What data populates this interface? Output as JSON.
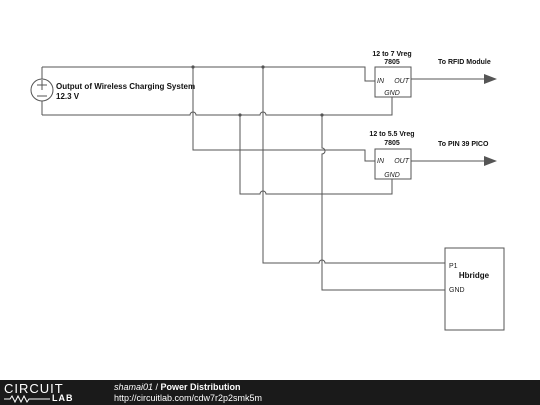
{
  "source": {
    "title": "Output of Wireless Charging System",
    "voltage": "12.3 V"
  },
  "regulator1": {
    "title": "12 to 7 Vreg",
    "part": "7805",
    "pin_in": "IN",
    "pin_out": "OUT",
    "pin_gnd": "GND",
    "output_label": "To RFID Module"
  },
  "regulator2": {
    "title": "12 to 5.5 Vreg",
    "part": "7805",
    "pin_in": "IN",
    "pin_out": "OUT",
    "pin_gnd": "GND",
    "output_label": "To PIN 39 PICO"
  },
  "hbridge": {
    "title": "Hbridge",
    "pin_p1": "P1",
    "pin_gnd": "GND"
  },
  "footer": {
    "logo_top": "CIRCUIT",
    "logo_bottom": "LAB",
    "user": "shamai01",
    "separator": " / ",
    "project": "Power Distribution",
    "url": "http://circuitlab.com/cdw7r2p2smk5m"
  },
  "colors": {
    "wire": "#555555",
    "footer_bg": "#1a1a1a",
    "text": "#111111"
  }
}
